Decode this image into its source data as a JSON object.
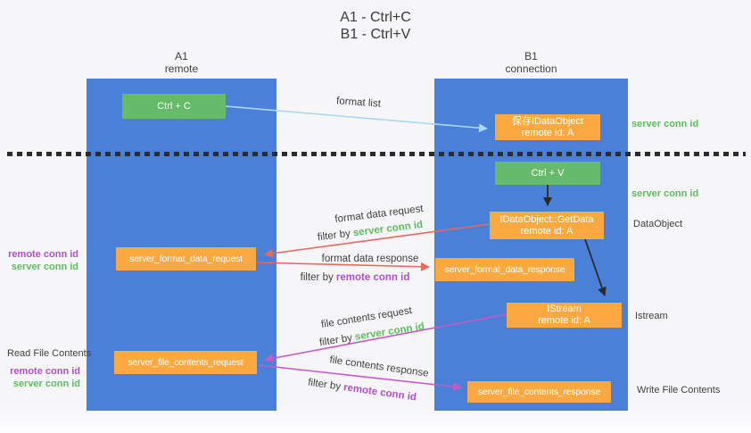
{
  "title": {
    "line1": "A1 - Ctrl+C",
    "line2": "B1 - Ctrl+V"
  },
  "columns": {
    "a1": {
      "name": "A1",
      "subtitle": "remote"
    },
    "b1": {
      "name": "B1",
      "subtitle": "connection"
    }
  },
  "boxes": {
    "ctrl_c": {
      "label": "Ctrl + C"
    },
    "ctrl_v": {
      "label": "Ctrl + V"
    },
    "save_idataobject": {
      "line1": "保存IDataObject",
      "line2": "remote id: A"
    },
    "getdata": {
      "line1": "IDataObject::GetData",
      "line2": "remote id: A"
    },
    "istream": {
      "line1": "IStream",
      "line2": "remote id: A"
    },
    "format_request": {
      "label": "server_format_data_request"
    },
    "format_response": {
      "label": "server_format_data_response"
    },
    "file_request": {
      "label": "server_file_contents_request"
    },
    "file_response": {
      "label": "server_file_contents_response"
    }
  },
  "arrows": {
    "format_list": {
      "label": "format list"
    },
    "format_data_request": {
      "label": "format data request",
      "filter_prefix": "filter by ",
      "filter_key": "server conn id"
    },
    "format_data_response": {
      "label": "format data response",
      "filter_prefix": "filter by ",
      "filter_key": "remote conn id"
    },
    "file_contents_request": {
      "label": "file contents request",
      "filter_prefix": "filter by ",
      "filter_key": "server conn id"
    },
    "file_contents_response": {
      "label": "file contents response",
      "filter_prefix": "filter by ",
      "filter_key": "remote conn id"
    }
  },
  "annotations": {
    "right": {
      "server_conn_id_1": "server conn id",
      "server_conn_id_2": "server conn id",
      "dataobject": "DataObject",
      "istream": "Istream",
      "write_file_contents": "Write File Contents"
    },
    "left": {
      "remote_conn_id_1": "remote conn id",
      "server_conn_id_1": "server conn id",
      "read_file_contents": "Read File Contents",
      "remote_conn_id_2": "remote conn id",
      "server_conn_id_2": "server conn id"
    }
  },
  "colors": {
    "column_blue": "#4a80d8",
    "box_green": "#66bb6a",
    "box_orange": "#f9a940",
    "arrow_lightblue": "#a9d6f2",
    "arrow_red": "#e8695f",
    "arrow_magenta": "#c45ac4",
    "arrow_black": "#2b2b2b",
    "text_green": "#5cbd5e",
    "text_purple": "#b14ec8"
  }
}
